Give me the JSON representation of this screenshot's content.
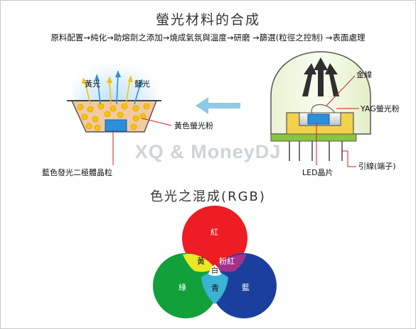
{
  "title": "螢光材料的合成",
  "process_chain": "原料配置→純化→助熔劑之添加→燒成氣氛與溫度→研磨 →篩選(粒徑之控制) →表面處理",
  "watermark": "XQ & MoneyDJ",
  "left_diagram": {
    "emission_yellow": "黃光",
    "emission_blue": "藍光",
    "phosphor_label": "黃色螢光粉",
    "chip_label": "藍色發光二極體晶粒"
  },
  "right_diagram": {
    "gold_wire": "金線",
    "yag_phosphor": "YAG螢光粉",
    "led_chip": "LED晶片",
    "lead_wire": "引線(端子)"
  },
  "rgb_section": {
    "subtitle": "色光之混成(RGB)",
    "red": "紅",
    "green": "綠",
    "blue": "藍",
    "yellow": "黃",
    "magenta": "粉紅",
    "cyan": "青",
    "white": "白"
  },
  "colors": {
    "red": "#ee1c24",
    "green": "#11a03a",
    "blue": "#1b3f9c",
    "yellow": "#e8e827",
    "magenta": "#a4328a",
    "cyan": "#3cb2d4",
    "arrow": "#8fc9e6",
    "leader_red": "#d21f26",
    "pcb_green": "#8bc53f"
  }
}
